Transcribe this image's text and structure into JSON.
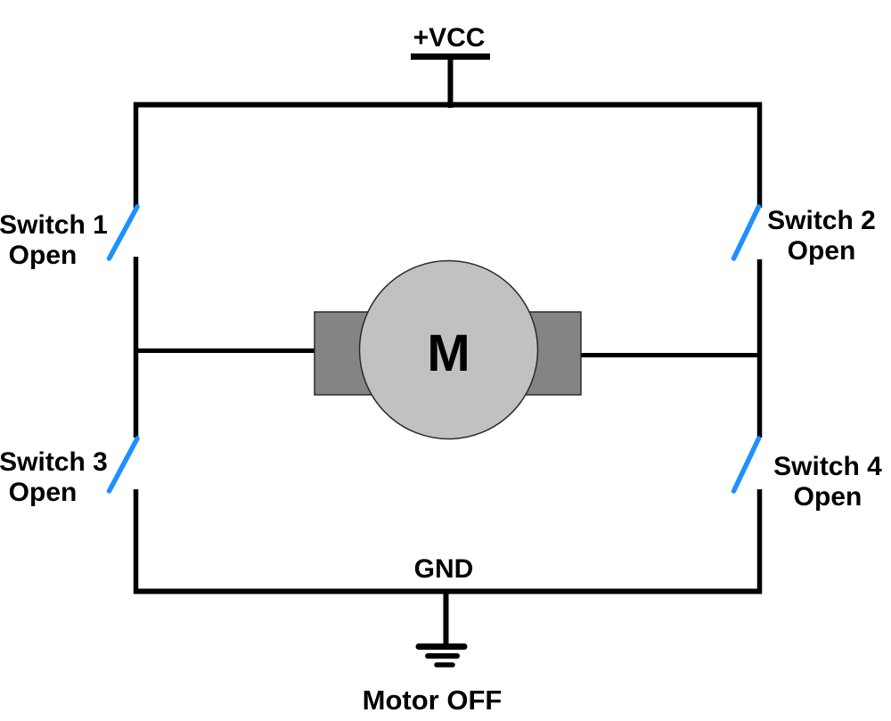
{
  "diagram": {
    "power_label": "+VCC",
    "ground_label": "GND",
    "motor_letter": "M",
    "status_label": "Motor OFF",
    "switches": [
      {
        "name": "Switch 1",
        "state": "Open"
      },
      {
        "name": "Switch 2",
        "state": "Open"
      },
      {
        "name": "Switch 3",
        "state": "Open"
      },
      {
        "name": "Switch 4",
        "state": "Open"
      }
    ],
    "colors": {
      "background": "#ffffff",
      "wire": "#000000",
      "switch-blade": "#1e90ff",
      "motor-body": "#c1c1c1",
      "motor-terminal": "#848484",
      "outline": "#2b2b2b",
      "text": "#000000"
    }
  }
}
